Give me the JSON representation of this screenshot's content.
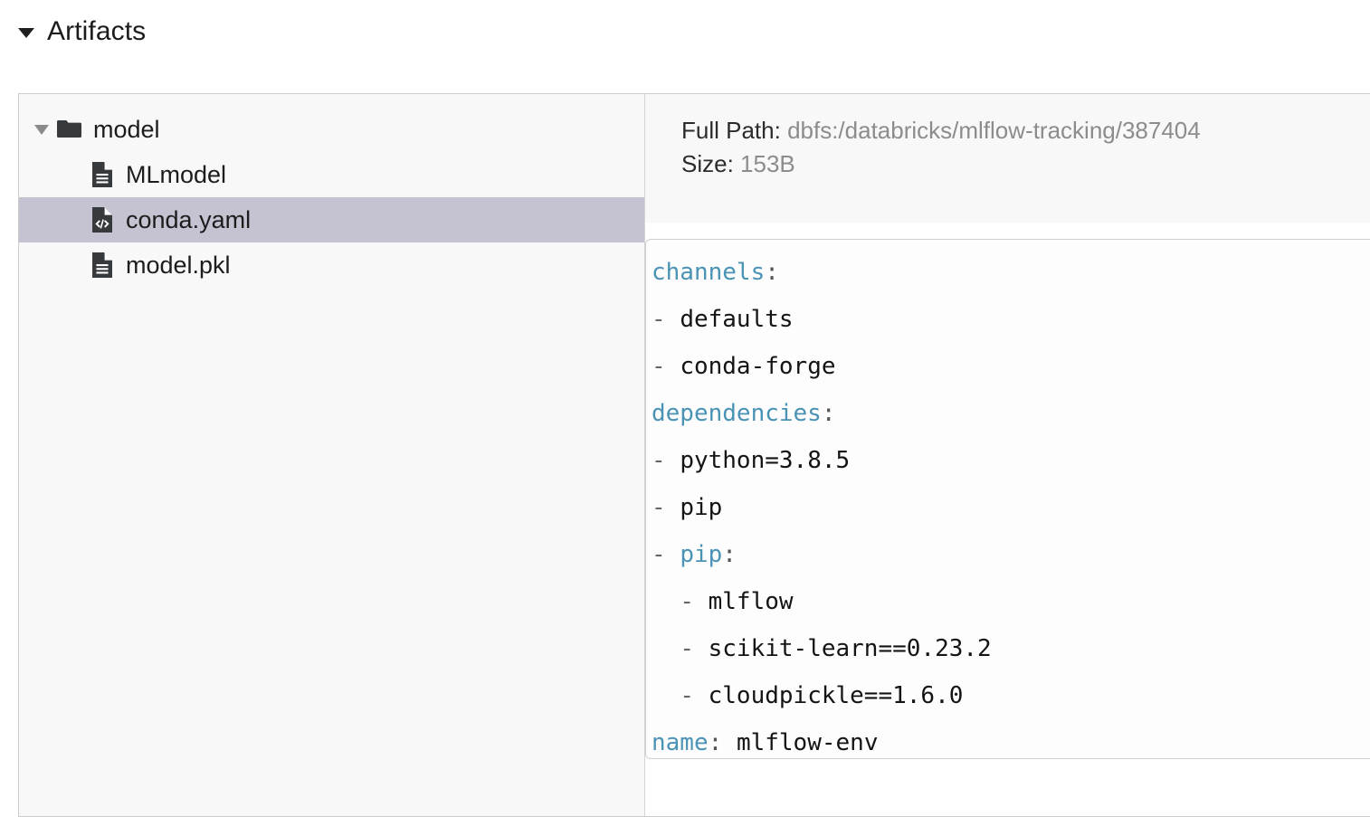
{
  "section": {
    "title": "Artifacts",
    "collapse_icon": "caret-down-icon",
    "expanded": true
  },
  "tree": {
    "nodes": [
      {
        "label": "model",
        "type": "folder",
        "icon": "folder-icon",
        "depth": 0,
        "expanded": true,
        "selected": false,
        "toggle_icon": "caret-down-icon"
      },
      {
        "label": "MLmodel",
        "type": "file",
        "icon": "document-icon",
        "depth": 1,
        "expanded": false,
        "selected": false,
        "toggle_icon": ""
      },
      {
        "label": "conda.yaml",
        "type": "file-code",
        "icon": "code-document-icon",
        "depth": 1,
        "expanded": false,
        "selected": true,
        "toggle_icon": ""
      },
      {
        "label": "model.pkl",
        "type": "file",
        "icon": "document-icon",
        "depth": 1,
        "expanded": false,
        "selected": false,
        "toggle_icon": ""
      }
    ],
    "selected_index": 2
  },
  "preview": {
    "path_label": "Full Path:",
    "path_value": "dbfs:/databricks/mlflow-tracking/387404",
    "size_label": "Size:",
    "size_value": "153B",
    "file_name": "conda.yaml",
    "language": "yaml",
    "code_lines": [
      {
        "indent": 0,
        "dash": false,
        "key": "channels",
        "colon": true,
        "value": ""
      },
      {
        "indent": 0,
        "dash": true,
        "key": "",
        "colon": false,
        "value": "defaults"
      },
      {
        "indent": 0,
        "dash": true,
        "key": "",
        "colon": false,
        "value": "conda-forge"
      },
      {
        "indent": 0,
        "dash": false,
        "key": "dependencies",
        "colon": true,
        "value": ""
      },
      {
        "indent": 0,
        "dash": true,
        "key": "",
        "colon": false,
        "value": "python=3.8.5"
      },
      {
        "indent": 0,
        "dash": true,
        "key": "",
        "colon": false,
        "value": "pip"
      },
      {
        "indent": 0,
        "dash": true,
        "key": "pip",
        "colon": true,
        "value": ""
      },
      {
        "indent": 1,
        "dash": true,
        "key": "",
        "colon": false,
        "value": "mlflow"
      },
      {
        "indent": 1,
        "dash": true,
        "key": "",
        "colon": false,
        "value": "scikit-learn==0.23.2"
      },
      {
        "indent": 1,
        "dash": true,
        "key": "",
        "colon": false,
        "value": "cloudpickle==1.6.0"
      },
      {
        "indent": 0,
        "dash": false,
        "key": "name",
        "colon": true,
        "value": "mlflow-env"
      }
    ]
  },
  "colors": {
    "yaml_key": "#4a93b5",
    "selection": "#c5c2d1",
    "panel_border": "#cccccc",
    "tree_background": "#f8f8f8",
    "meta_background": "#f8f8f8",
    "muted_text": "#8c8c8c",
    "icon_fill": "#373a3c"
  }
}
